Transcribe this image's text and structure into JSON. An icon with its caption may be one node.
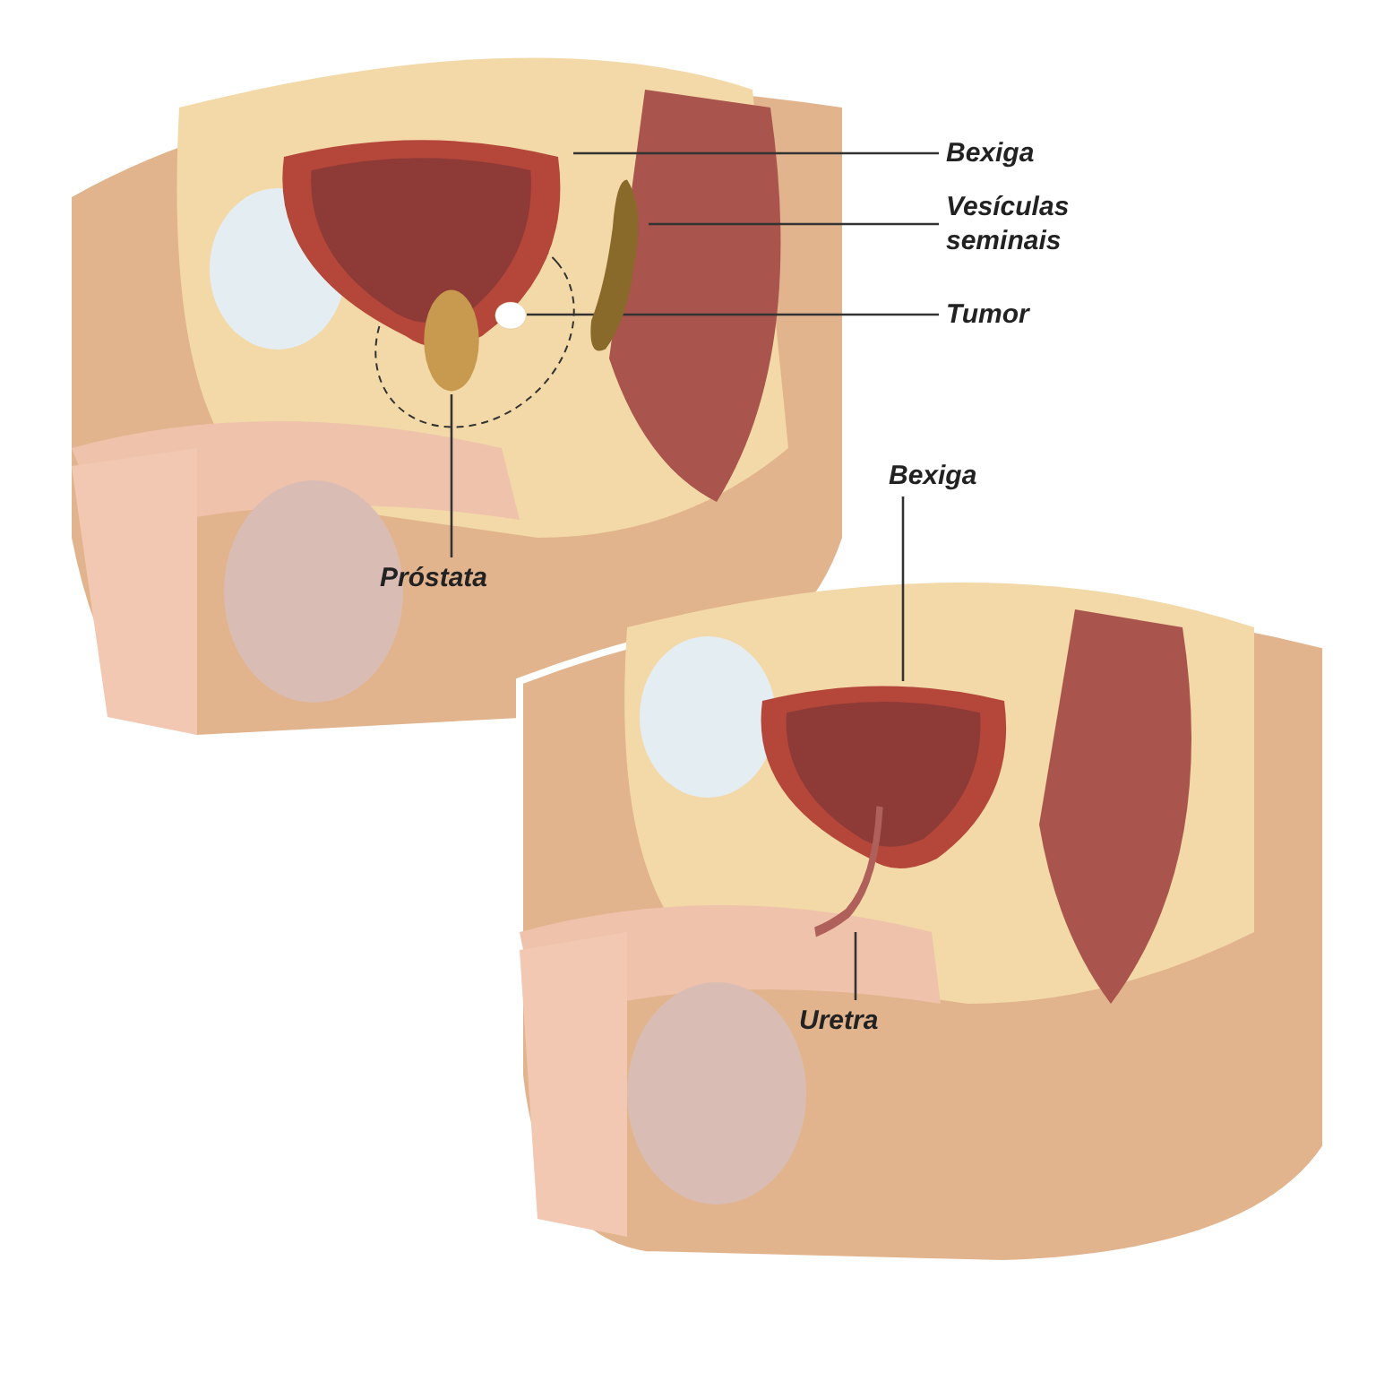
{
  "diagram": {
    "nodes": [
      {
        "text": [
          "Bexiga"
        ]
      },
      {
        "text": [],
        "shape": "picture"
      },
      {
        "text": [
          "Vesículas seminais"
        ]
      },
      {
        "text": [],
        "shape": "picture"
      },
      {
        "text": [
          "Tumor"
        ]
      },
      {
        "text": [],
        "shape": "circle"
      },
      {
        "text": [
          "Próstata"
        ]
      },
      {
        "text": [],
        "shape": "circle"
      },
      {
        "text": [
          "Bexiga"
        ]
      },
      {
        "text": [],
        "shape": "picture"
      },
      {
        "text": [
          "Uretra"
        ]
      },
      {
        "text": [],
        "shape": "picture"
      }
    ],
    "edges": [
      {
        "from": 0,
        "to": 1,
        "arrow": "none"
      },
      {
        "from": 2,
        "to": 3,
        "arrow": "none"
      },
      {
        "from": 4,
        "to": 7,
        "arrow": "none"
      },
      {
        "from": 6,
        "to": 5,
        "arrow": "none"
      },
      {
        "from": 8,
        "to": 9,
        "arrow": "none"
      },
      {
        "from": 10,
        "to": 11,
        "arrow": "none"
      }
    ]
  }
}
